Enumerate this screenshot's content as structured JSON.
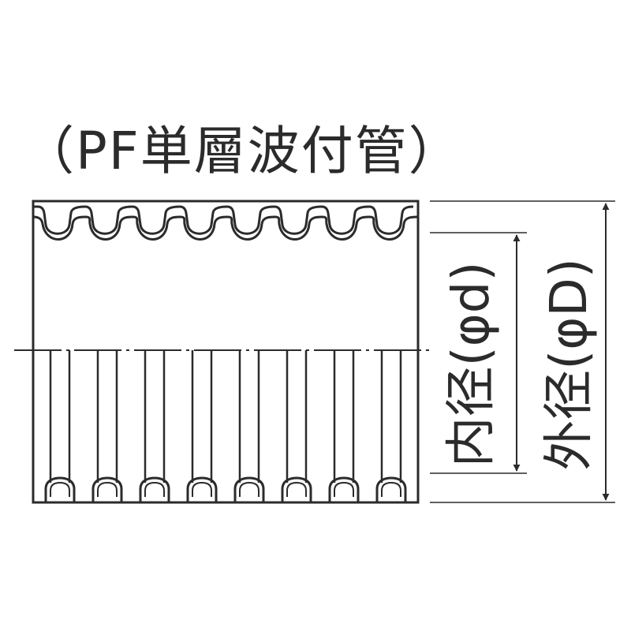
{
  "title": "（PF単層波付管）",
  "labels": {
    "inner_diameter": "内径(φd)",
    "outer_diameter": "外径(φD)"
  },
  "colors": {
    "line": "#2b2b2b",
    "fill": "#ffffff"
  }
}
